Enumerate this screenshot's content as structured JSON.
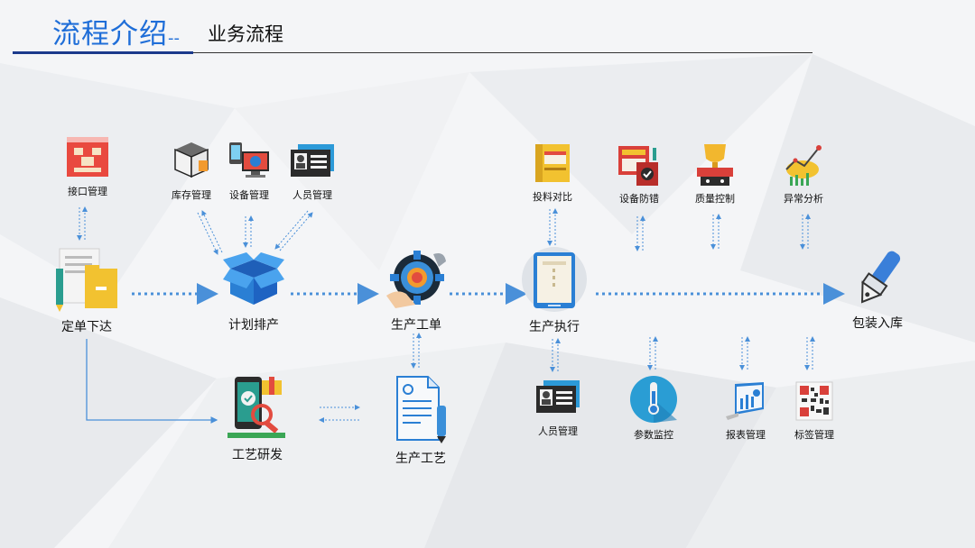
{
  "header": {
    "title": "流程介绍",
    "separator": "--",
    "subtitle": "业务流程"
  },
  "nodes": {
    "interface_mgmt": "接口管理",
    "inventory_mgmt": "库存管理",
    "equipment_mgmt": "设备管理",
    "personnel_mgmt_top": "人员管理",
    "material_compare": "投料对比",
    "equipment_errorproof": "设备防错",
    "quality_control": "质量控制",
    "anomaly_analysis": "异常分析",
    "order_release": "定单下达",
    "planning": "计划排产",
    "work_order": "生产工单",
    "execution": "生产执行",
    "packing": "包装入库",
    "process_rnd": "工艺研发",
    "production_process": "生产工艺",
    "personnel_mgmt_bottom": "人员管理",
    "param_monitor": "参数监控",
    "report_mgmt": "报表管理",
    "label_mgmt": "标签管理"
  },
  "colors": {
    "accent": "#1f6ed8",
    "dark_blue": "#1b3a8c",
    "arrow": "#4a90d9",
    "red": "#d9403a",
    "yellow": "#f2c230"
  }
}
